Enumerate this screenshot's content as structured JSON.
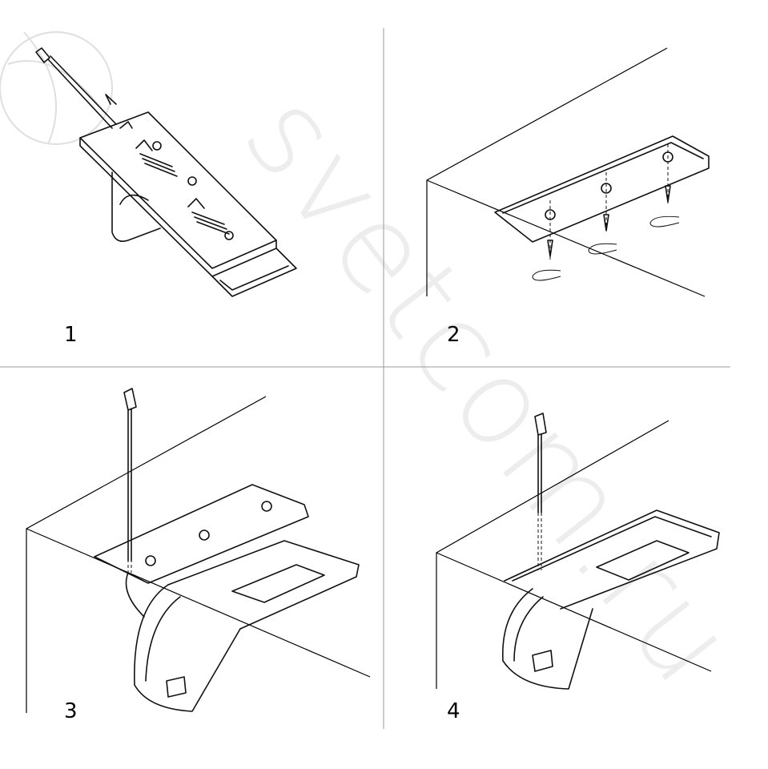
{
  "steps": [
    {
      "number": "1"
    },
    {
      "number": "2"
    },
    {
      "number": "3"
    },
    {
      "number": "4"
    }
  ],
  "watermark": "svetcom.ru",
  "colors": {
    "line": "#111111",
    "divider": "#999999"
  }
}
